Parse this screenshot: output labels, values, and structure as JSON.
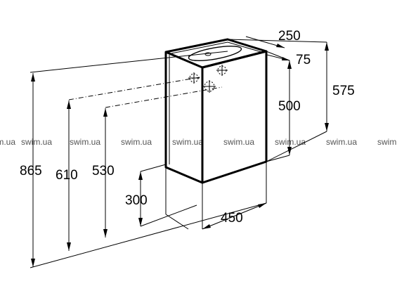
{
  "dimensions": {
    "width": "450",
    "depth_total": "250",
    "depth_offset": "75",
    "height_unit": "575",
    "height_inner": "500",
    "height_total": "865",
    "height_610": "610",
    "height_530": "530",
    "height_floor": "300"
  },
  "watermark": {
    "text": "swim.ua",
    "repeat": [
      "swim.ua",
      "swim.ua",
      "swim.ua",
      "swim.ua",
      "swim.ua",
      "swim.ua",
      "swim.ua",
      "swim.ua",
      "swim.ua"
    ]
  }
}
